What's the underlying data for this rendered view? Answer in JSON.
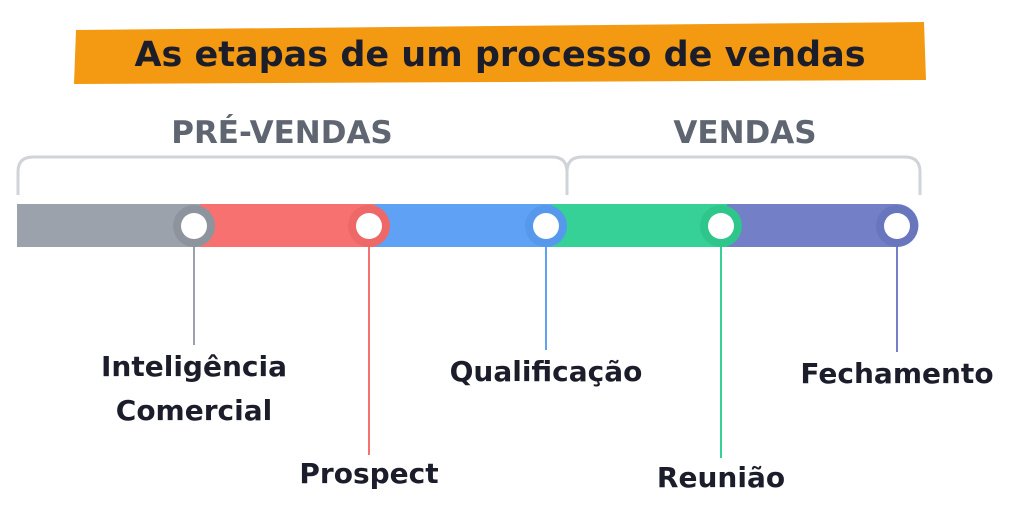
{
  "title": "As etapas de um processo de vendas",
  "colors": {
    "banner": "#F39A12",
    "gray": "#9BA2AC",
    "red": "#F77171",
    "blue": "#5FA2F5",
    "green": "#36D196",
    "purple": "#7380C8",
    "brace": "#D0D3D8"
  },
  "phases": {
    "pre_sales": "PRÉ-VENDAS",
    "sales": "VENDAS"
  },
  "stages": [
    {
      "line1": "Inteligência",
      "line2": "Comercial"
    },
    {
      "line1": "Prospect"
    },
    {
      "line1": "Qualificação"
    },
    {
      "line1": "Reunião"
    },
    {
      "line1": "Fechamento"
    }
  ]
}
